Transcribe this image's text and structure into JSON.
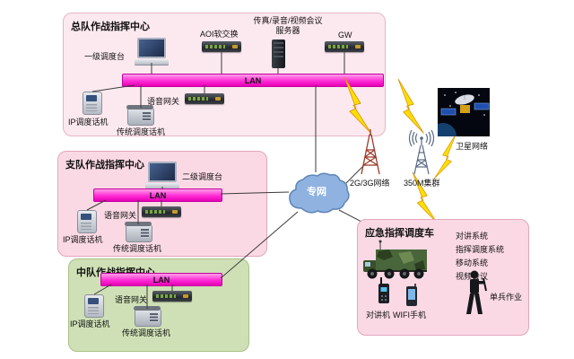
{
  "colors": {
    "panel_pink": "#fcE9ef",
    "panel_pink2": "#fad9e4",
    "panel_green": "#cfe0b6",
    "lan_top": "#ff9fe8",
    "lan_mid": "#ff2bd6",
    "lan_bottom": "#e600b4",
    "cloud_fill": "#8fb2e0",
    "cloud_stroke": "#5f86b8",
    "bolt": "#ffdf00",
    "line": "#3a3a3a"
  },
  "hq": {
    "title": "总队作战指挥中心",
    "console": "一级调度台",
    "softswitch": "AOI软交换",
    "server": "传真/录音/视频会议服务器",
    "gateway": "GW",
    "lan": "LAN",
    "voice_gateway": "语音网关",
    "ip_phone": "IP调度话机",
    "traditional_phone": "传统调度话机"
  },
  "detachment": {
    "title": "支队作战指挥中心",
    "console": "二级调度台",
    "lan": "LAN",
    "voice_gateway": "语音网关",
    "ip_phone": "IP调度话机",
    "traditional_phone": "传统调度话机"
  },
  "squadron": {
    "title": "中队作战指挥中心",
    "lan": "LAN",
    "voice_gateway": "语音网关",
    "ip_phone": "IP调度话机",
    "traditional_phone": "传统调度话机"
  },
  "cloud": {
    "label": "专网"
  },
  "wireless": {
    "cellular": "2G/3G网络",
    "trunking": "350M集群",
    "satellite": "卫星网络"
  },
  "vehicle": {
    "title": "应急指挥调度车",
    "systems": [
      "对讲系统",
      "指挥调度系统",
      "移动系统",
      "视频会议"
    ],
    "walkie_talkie": "对讲机",
    "wifi_phone": "WIFI手机",
    "soldier": "单兵作业"
  }
}
